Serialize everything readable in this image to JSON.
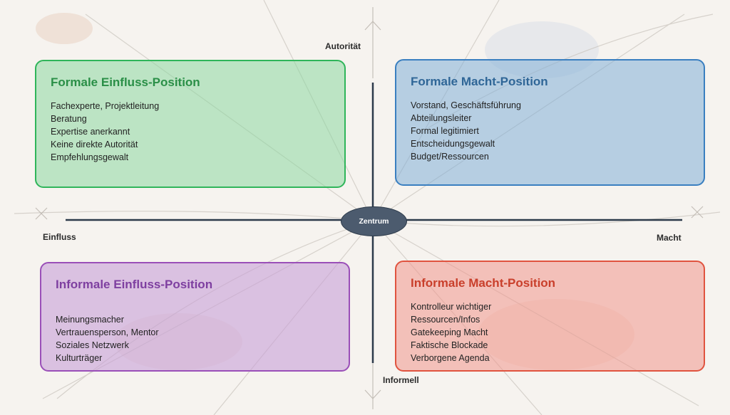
{
  "axes": {
    "top": "Autorität",
    "bottom": "Informell",
    "left": "Einfluss",
    "right": "Macht"
  },
  "center": "Zentrum",
  "quadrants": {
    "top_left": {
      "title": "Formale Einfluss-Position",
      "items": [
        "Fachexperte, Projektleitung",
        "Beratung",
        "Expertise anerkannt",
        "Keine direkte Autorität",
        "Empfehlungsgewalt"
      ]
    },
    "top_right": {
      "title": "Formale Macht-Position",
      "items": [
        "Vorstand, Geschäftsführung",
        "Abteilungsleiter",
        "Formal legitimiert",
        "Entscheidungsgewalt",
        "Budget/Ressourcen"
      ]
    },
    "bottom_left": {
      "title": "Informale Einfluss-Position",
      "items": [
        "Meinungsmacher",
        "Vertrauensperson, Mentor",
        "Soziales Netzwerk",
        "Kulturträger"
      ]
    },
    "bottom_right": {
      "title": "Informale Macht-Position",
      "items": [
        "Kontrolleur wichtiger",
        "Ressourcen/Infos",
        "Gatekeeping Macht",
        "Faktische Blockade",
        "Verborgene Agenda"
      ]
    }
  },
  "colors": {
    "green": "#2fb55a",
    "blue": "#3a7fc0",
    "purple": "#9a4fb8",
    "red": "#e0533f",
    "axis": "#2c3a4a"
  }
}
